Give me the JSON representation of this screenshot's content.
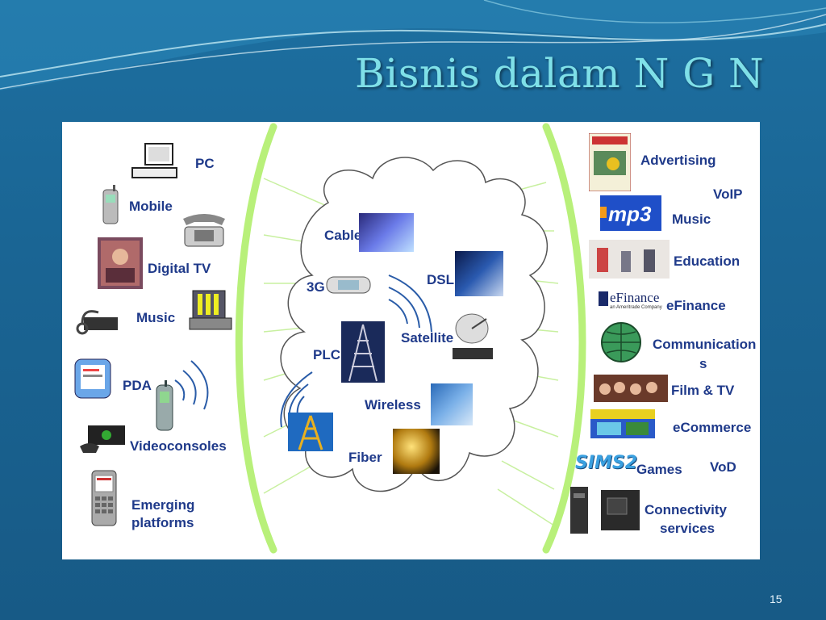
{
  "slide": {
    "title": "Bisnis dalam N G N",
    "page_number": "15"
  },
  "devices": {
    "pc": "PC",
    "mobile": "Mobile",
    "digital_tv": "Digital TV",
    "music": "Music",
    "pda": "PDA",
    "videoconsoles": "Videoconsoles",
    "emerging_line1": "Emerging",
    "emerging_line2": "platforms"
  },
  "networks": {
    "cable": "Cable",
    "g3": "3G",
    "dsl": "DSL",
    "plc": "PLC",
    "satellite": "Satellite",
    "wireless": "Wireless",
    "fiber": "Fiber"
  },
  "services": {
    "advertising": "Advertising",
    "voip": "VoIP",
    "music": "Music",
    "education": "Education",
    "efinance": "eFinance",
    "efinance_logo": "eFinance",
    "efinance_logo_sub": "an Ameritrade Company",
    "communications_line1": "Communication",
    "communications_line2": "s",
    "film_tv": "Film & TV",
    "ecommerce": "eCommerce",
    "games": "Games",
    "sims_logo": "SIMS2",
    "vod": "VoD",
    "connectivity_line1": "Connectivity",
    "connectivity_line2": "services"
  },
  "colors": {
    "label_blue": "#1f3a8a",
    "bracket_green": "#b8f07a",
    "title_cyan": "#7fe0e8"
  }
}
